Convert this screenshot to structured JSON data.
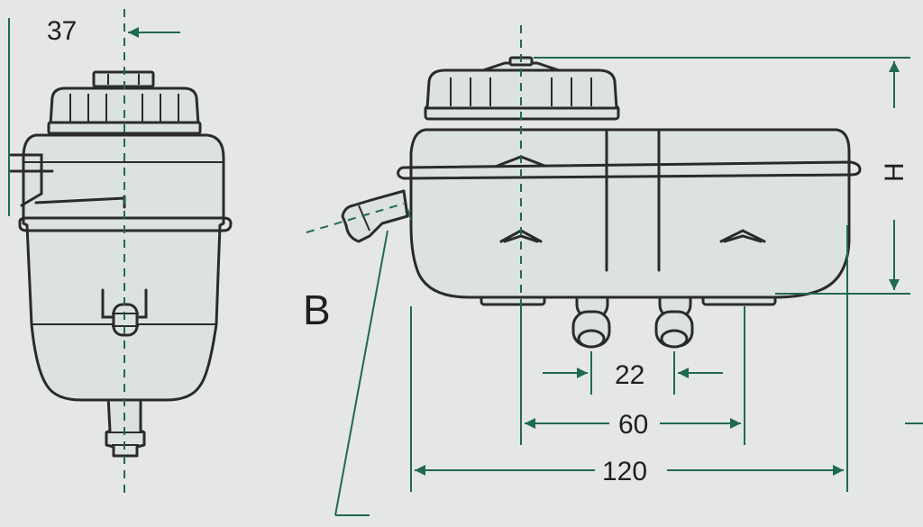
{
  "colors": {
    "background": "#e5e6e6",
    "part_fill": "#dbe2df",
    "outline": "#2b2b2b",
    "dimension": "#1f6a4d"
  },
  "dimensions": {
    "side_width": "37",
    "height": "H",
    "outlet_gap": "22",
    "mount_spacing": "60",
    "overall_length": "120"
  },
  "view_label": "B"
}
